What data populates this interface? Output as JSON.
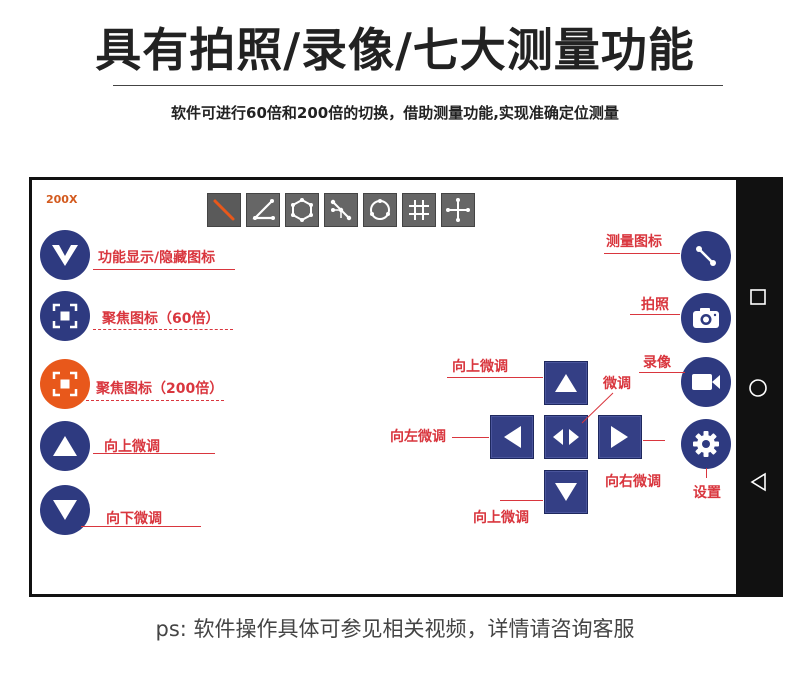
{
  "header": {
    "title": "具有拍照/录像/七大测量功能",
    "subtitle": "软件可进行60倍和200倍的切换，借助测量功能,实现准确定位测量"
  },
  "footer": {
    "note": "ps: 软件操作具体可参见相关视频，详情请咨询客服"
  },
  "screen": {
    "zoom": "200X",
    "toolbar": [
      {
        "icon": "line-tool-icon"
      },
      {
        "icon": "angle-tool-icon"
      },
      {
        "icon": "polygon-tool-icon"
      },
      {
        "icon": "multi-point-tool-icon"
      },
      {
        "icon": "circle-tool-icon"
      },
      {
        "icon": "grid-tool-icon"
      },
      {
        "icon": "crosshair-tool-icon"
      }
    ],
    "left_buttons": {
      "toggle": "功能显示/隐藏图标",
      "focus60": "聚焦图标（60倍）",
      "focus200": "聚焦图标（200倍）",
      "up": "向上微调",
      "down": "向下微调"
    },
    "right_buttons": {
      "measure": "测量图标",
      "photo": "拍照",
      "video": "录像",
      "settings": "设置"
    },
    "dpad": {
      "up": "向上微调",
      "fine": "微调",
      "left": "向左微调",
      "right": "向右微调",
      "down": "向上微调"
    }
  },
  "colors": {
    "navy": "#2e3a80",
    "orange": "#e8581b",
    "label_red": "#d9363e",
    "zoom_orange": "#d35a1e"
  }
}
